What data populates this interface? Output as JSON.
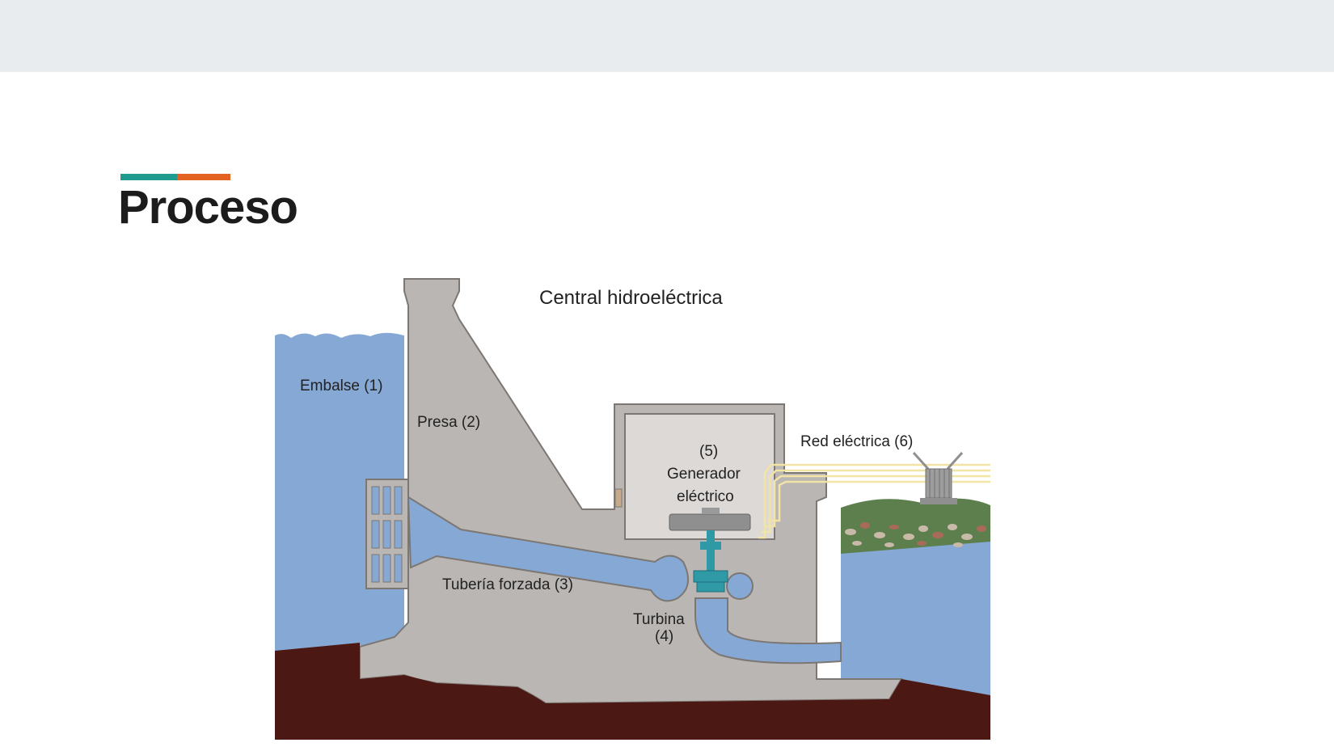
{
  "slide": {
    "title": "Proceso",
    "colors": {
      "header_band": "#e8ecef",
      "accent_teal": "#1e9a8e",
      "accent_orange": "#e4621f",
      "title_text": "#1c1c1c"
    }
  },
  "diagram": {
    "title": "Central hidroeléctrica",
    "labels": {
      "reservoir": "Embalse (1)",
      "dam": "Presa (2)",
      "penstock": "Tubería forzada (3)",
      "turbine_line1": "Turbina",
      "turbine_line2": "(4)",
      "generator_line1": "(5)",
      "generator_line2": "Generador",
      "generator_line3": "eléctrico",
      "grid": "Red eléctrica (6)"
    },
    "colors": {
      "water": "#86a8d4",
      "concrete": "#bab6b3",
      "concrete_outline": "#7d7773",
      "building_interior": "#dcd9d7",
      "ground": "#4c1814",
      "turbine": "#2f9aa6",
      "grass": "#5d7f4e",
      "power_line": "#f2e3a6"
    }
  }
}
